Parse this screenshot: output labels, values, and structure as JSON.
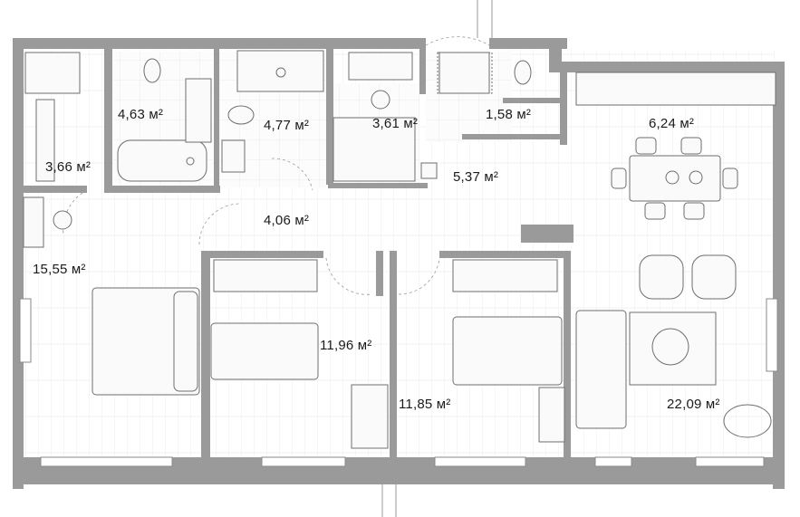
{
  "plan": {
    "rooms": [
      {
        "id": "wardrobe",
        "area": "3,66 м²"
      },
      {
        "id": "bathroom-1",
        "area": "4,63 м²"
      },
      {
        "id": "bathroom-2",
        "area": "4,77 м²"
      },
      {
        "id": "shower",
        "area": "3,61 м²"
      },
      {
        "id": "wc",
        "area": "1,58 м²"
      },
      {
        "id": "kitchen",
        "area": "6,24 м²"
      },
      {
        "id": "hall",
        "area": "5,37 м²"
      },
      {
        "id": "corridor",
        "area": "4,06 м²"
      },
      {
        "id": "master-bedroom",
        "area": "15,55 м²"
      },
      {
        "id": "bedroom-2",
        "area": "11,96 м²"
      },
      {
        "id": "bedroom-3",
        "area": "11,85 м²"
      },
      {
        "id": "living-room",
        "area": "22,09 м²"
      }
    ]
  }
}
